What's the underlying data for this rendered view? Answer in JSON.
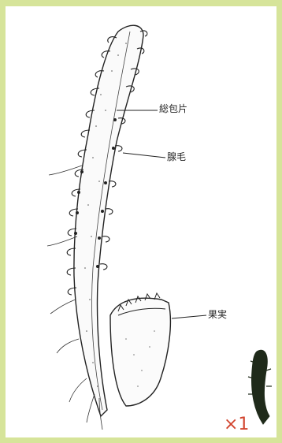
{
  "labels": {
    "involucral_bract": "総包片",
    "glandular_hair": "腺毛",
    "fruit": "果実"
  },
  "scale_label": "×1",
  "colors": {
    "background": "#d6e49a",
    "panel": "#ffffff",
    "ink": "#222222",
    "scale_text": "#d2452f"
  }
}
